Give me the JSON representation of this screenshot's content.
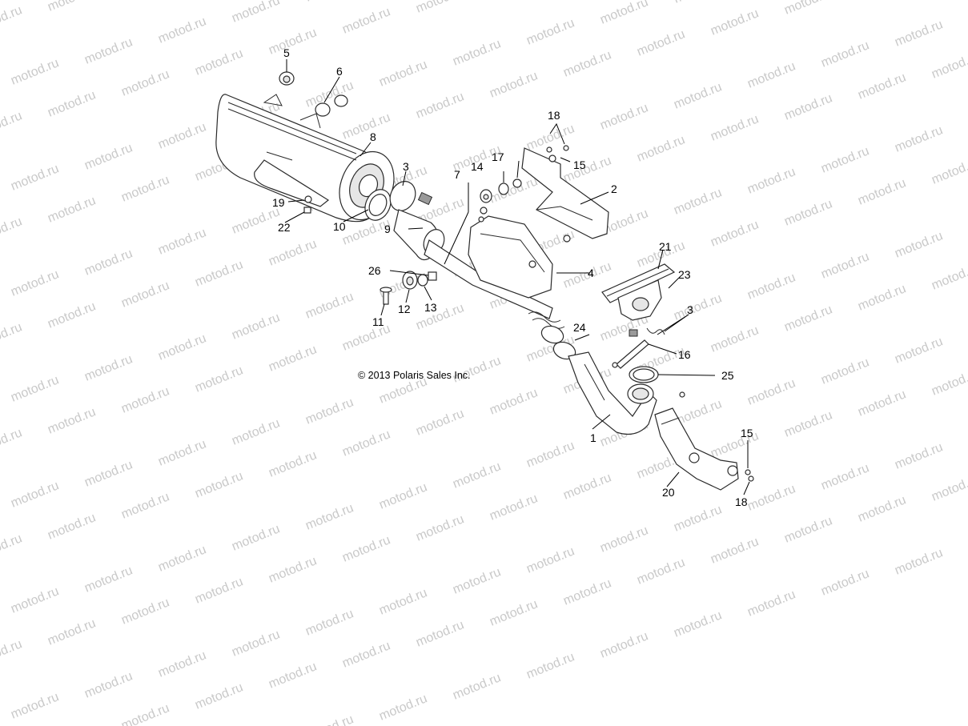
{
  "watermark": {
    "text": "motod.ru"
  },
  "copyright": "© 2013 Polaris Sales Inc.",
  "callouts": {
    "c1": "1",
    "c2": "2",
    "c3a": "3",
    "c3b": "3",
    "c4": "4",
    "c5": "5",
    "c6": "6",
    "c7": "7",
    "c8": "8",
    "c9": "9",
    "c10": "10",
    "c11": "11",
    "c12": "12",
    "c13": "13",
    "c14": "14",
    "c15a": "15",
    "c15b": "15",
    "c16": "16",
    "c17": "17",
    "c18a": "18",
    "c18b": "18",
    "c19": "19",
    "c20": "20",
    "c21": "21",
    "c22": "22",
    "c23": "23",
    "c24": "24",
    "c25": "25",
    "c26": "26"
  }
}
